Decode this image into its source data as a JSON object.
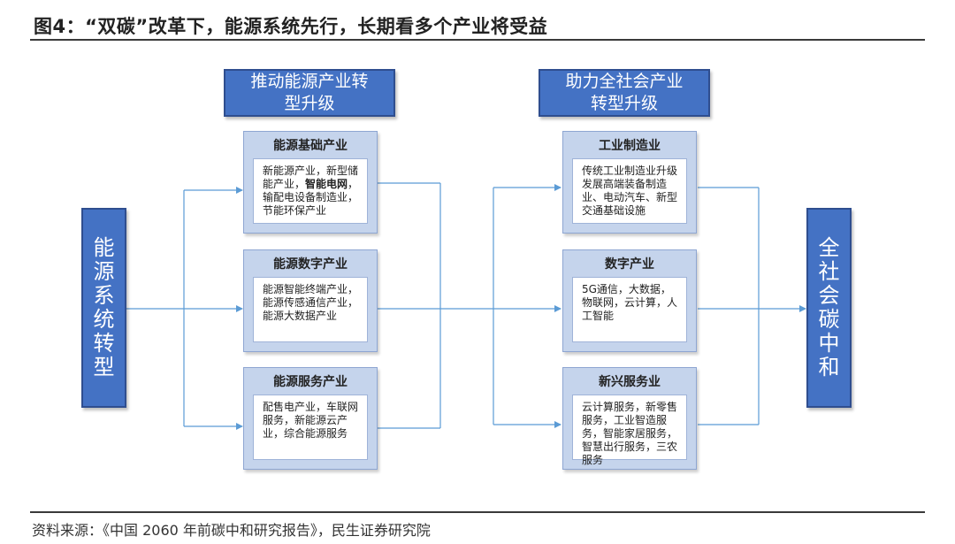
{
  "figure": {
    "title": "图4：“双碳”改革下，能源系统先行，长期看多个产业将受益",
    "source": "资料来源：《中国 2060 年前碳中和研究报告》，民生证券研究院"
  },
  "headers": {
    "left": "推动能源产业转型升级",
    "right": "助力全社会产业转型升级"
  },
  "nodes": {
    "start": "能源系统转型",
    "end": "全社会碳中和"
  },
  "left_cards": [
    {
      "title": "能源基础产业",
      "text_pre": "新能源产业，新型储能产业，",
      "text_bold": "智能电网",
      "text_post": "，输配电设备制造业，节能环保产业"
    },
    {
      "title": "能源数字产业",
      "text_pre": "能源智能终端产业，能源传感通信产业，能源大数据产业",
      "text_bold": "",
      "text_post": ""
    },
    {
      "title": "能源服务产业",
      "text_pre": "配售电产业，车联网服务，新能源云产业，综合能源服务",
      "text_bold": "",
      "text_post": ""
    }
  ],
  "right_cards": [
    {
      "title": "工业制造业",
      "text": "传统工业制造业升级发展高端装备制造业、电动汽车、新型交通基础设施"
    },
    {
      "title": "数字产业",
      "text": "5G通信，大数据，物联网，云计算，人工智能"
    },
    {
      "title": "新兴服务业",
      "text": "云计算服务，新零售服务，工业智造服务，智能家居服务，智慧出行服务，三农服务"
    }
  ],
  "colors": {
    "header_fill": "#4472C4",
    "card_fill": "#C5D4EC",
    "connector": "#5B9BD5"
  }
}
